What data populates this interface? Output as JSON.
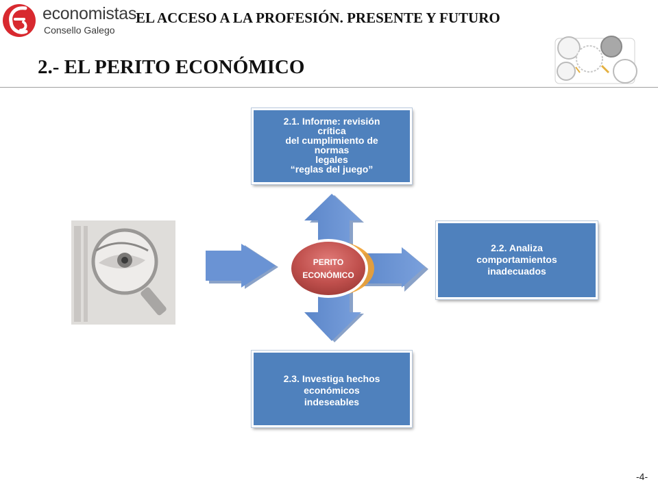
{
  "header": {
    "logo_line1": "economistas",
    "logo_line2": "Consello Galego",
    "title": "EL  ACCESO A LA PROFESIÓN. PRESENTE Y FUTURO"
  },
  "slide": {
    "title": "2.- EL PERITO ECONÓMICO",
    "page_number": "-4-"
  },
  "diagram": {
    "center_label_line1": "PERITO",
    "center_label_line2": "ECONÓMICO",
    "top_box_lines": [
      "2.1.  Informe: revisión",
      "crítica",
      "del  cumplimiento  de",
      "normas",
      "legales",
      "“reglas  del juego”"
    ],
    "right_box_lines": [
      "2.2. Analiza",
      "comportamientos",
      "inadecuados"
    ],
    "bottom_box_lines": [
      "2.3.  Investiga  hechos",
      "económicos",
      "indeseables"
    ]
  },
  "colors": {
    "box_blue": "#4f81bd",
    "arrow_blue": "#6a93d4",
    "center_red": "#c0504d",
    "center_orange": "#f0a030",
    "logo_red": "#d8292f"
  }
}
